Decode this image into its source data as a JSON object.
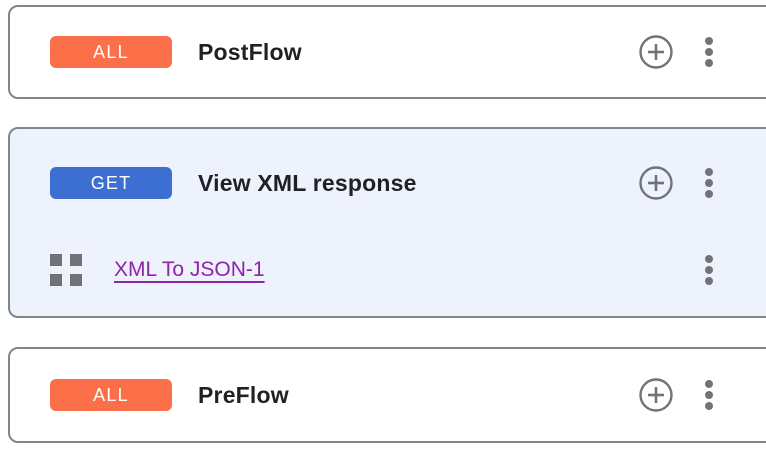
{
  "cards": [
    {
      "type": "flow",
      "badge": {
        "label": "ALL",
        "color": "#FB7049",
        "text_color": "#FFFFFF"
      },
      "title": "PostFlow",
      "selected": false
    },
    {
      "type": "flow",
      "badge": {
        "label": "GET",
        "color": "#3D6FD3",
        "text_color": "#FFFFFF"
      },
      "title": "View XML response",
      "selected": true,
      "policies": [
        {
          "label": "XML To JSON-1",
          "link_color": "#8E24AA"
        }
      ]
    },
    {
      "type": "flow",
      "badge": {
        "label": "ALL",
        "color": "#FB7049",
        "text_color": "#FFFFFF"
      },
      "title": "PreFlow",
      "selected": false
    }
  ],
  "colors": {
    "selected_card_background": "#EEF2FC",
    "card_border": "#81868B",
    "title_text": "#1F2124",
    "icon_gray": "#6F7478",
    "policy_icon_gray": "#6F7276"
  },
  "icons": {
    "add": "add-circle-icon",
    "menu": "kebab-menu-icon",
    "policy": "policy-grid-icon"
  }
}
